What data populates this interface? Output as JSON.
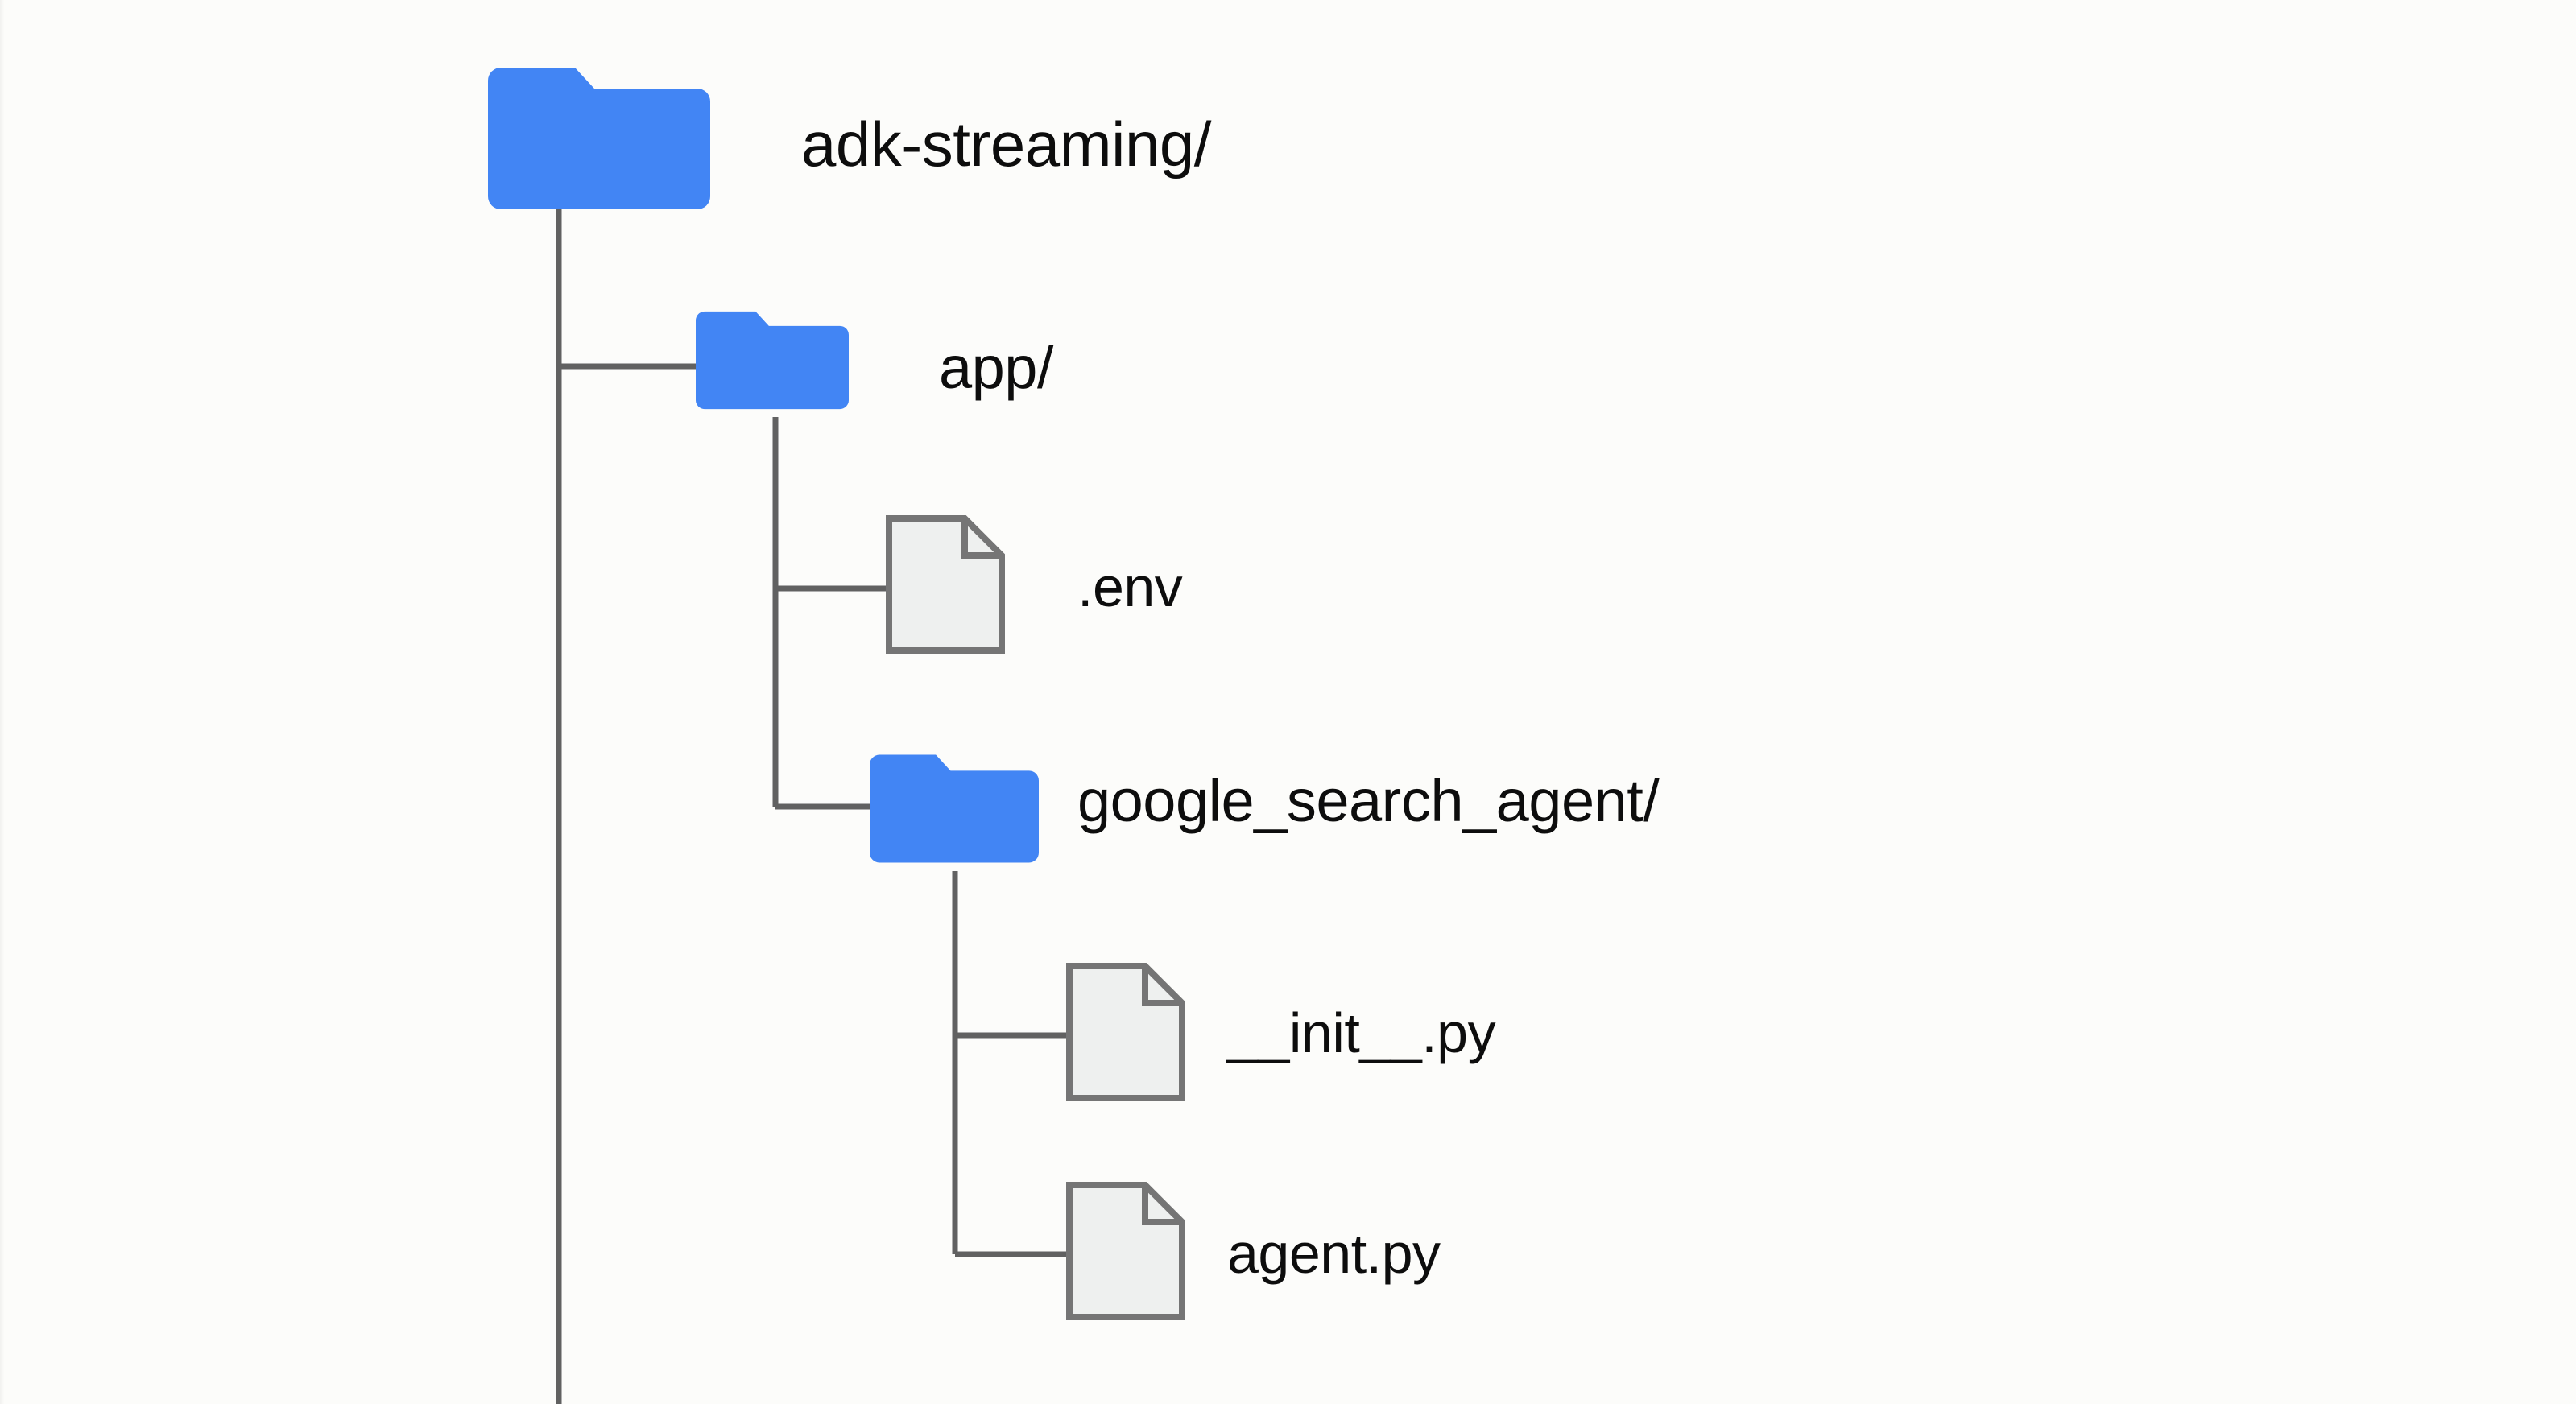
{
  "diagram": {
    "type": "file-tree",
    "title": "ADK streaming project directory structure",
    "background_color": "#fcfcfa",
    "folder_color": "#4285f4",
    "file_fill_color": "#eeeeee",
    "file_stroke_color": "#757575",
    "connector_color": "#616161",
    "label_color": "#0d0d0d"
  },
  "nodes": [
    {
      "id": "root",
      "label": "adk-streaming/",
      "icon": "folder-icon",
      "depth": 0,
      "font_size": 78
    },
    {
      "id": "app",
      "label": "app/",
      "icon": "folder-icon",
      "depth": 1,
      "font_size": 74
    },
    {
      "id": "env",
      "label": ".env",
      "icon": "file-icon",
      "depth": 2,
      "font_size": 70
    },
    {
      "id": "google_search_agent",
      "label": "google_search_agent/",
      "icon": "folder-icon",
      "depth": 2,
      "font_size": 74
    },
    {
      "id": "init_py",
      "label": "__init__.py",
      "icon": "file-icon",
      "depth": 3,
      "font_size": 70
    },
    {
      "id": "agent_py",
      "label": "agent.py",
      "icon": "file-icon",
      "depth": 3,
      "font_size": 70
    }
  ]
}
